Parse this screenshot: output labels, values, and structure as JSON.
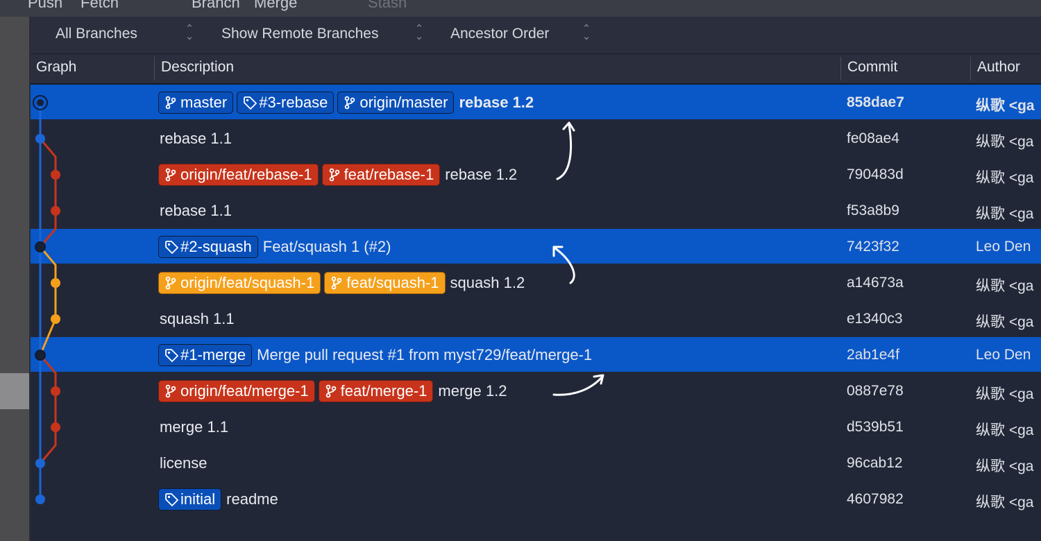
{
  "toolbar": {
    "push": "Push",
    "fetch": "Fetch",
    "branch": "Branch",
    "merge": "Merge",
    "stash": "Stash"
  },
  "filters": {
    "branches": "All Branches",
    "remote": "Show Remote Branches",
    "order": "Ancestor Order"
  },
  "columns": {
    "graph": "Graph",
    "description": "Description",
    "commit": "Commit",
    "author": "Author"
  },
  "colors": {
    "selection": "#0a57c8",
    "branch_blue": "#0a4fb8",
    "branch_red": "#c8341b",
    "branch_orange": "#f5a01b"
  },
  "icons": {
    "branch": "git-branch-icon",
    "tag": "tag-icon"
  },
  "commits": [
    {
      "labels": [
        {
          "type": "branch",
          "text": "master",
          "color": "blue"
        },
        {
          "type": "tag",
          "text": "#3-rebase",
          "color": "blue"
        },
        {
          "type": "branch",
          "text": "origin/master",
          "color": "blue"
        }
      ],
      "message": "rebase 1.2",
      "commit": "858dae7",
      "author": "纵歌 <ga",
      "selected": true,
      "bold": true
    },
    {
      "labels": [],
      "message": "rebase 1.1",
      "commit": "fe08ae4",
      "author": "纵歌 <ga",
      "selected": false,
      "bold": false
    },
    {
      "labels": [
        {
          "type": "branch",
          "text": "origin/feat/rebase-1",
          "color": "red"
        },
        {
          "type": "branch",
          "text": "feat/rebase-1",
          "color": "red"
        }
      ],
      "message": "rebase 1.2",
      "commit": "790483d",
      "author": "纵歌 <ga",
      "selected": false,
      "bold": false
    },
    {
      "labels": [],
      "message": "rebase 1.1",
      "commit": "f53a8b9",
      "author": "纵歌 <ga",
      "selected": false,
      "bold": false
    },
    {
      "labels": [
        {
          "type": "tag",
          "text": "#2-squash",
          "color": "blue"
        }
      ],
      "message": "Feat/squash 1 (#2)",
      "commit": "7423f32",
      "author": "Leo Den",
      "selected": true,
      "bold": false
    },
    {
      "labels": [
        {
          "type": "branch",
          "text": "origin/feat/squash-1",
          "color": "orange"
        },
        {
          "type": "branch",
          "text": "feat/squash-1",
          "color": "orange"
        }
      ],
      "message": "squash 1.2",
      "commit": "a14673a",
      "author": "纵歌 <ga",
      "selected": false,
      "bold": false
    },
    {
      "labels": [],
      "message": "squash 1.1",
      "commit": "e1340c3",
      "author": "纵歌 <ga",
      "selected": false,
      "bold": false
    },
    {
      "labels": [
        {
          "type": "tag",
          "text": "#1-merge",
          "color": "blue"
        }
      ],
      "message": "Merge pull request #1 from myst729/feat/merge-1",
      "commit": "2ab1e4f",
      "author": "Leo Den",
      "selected": true,
      "bold": false
    },
    {
      "labels": [
        {
          "type": "branch",
          "text": "origin/feat/merge-1",
          "color": "red"
        },
        {
          "type": "branch",
          "text": "feat/merge-1",
          "color": "red"
        }
      ],
      "message": "merge 1.2",
      "commit": "0887e78",
      "author": "纵歌 <ga",
      "selected": false,
      "bold": false
    },
    {
      "labels": [],
      "message": "merge 1.1",
      "commit": "d539b51",
      "author": "纵歌 <ga",
      "selected": false,
      "bold": false
    },
    {
      "labels": [],
      "message": "license",
      "commit": "96cab12",
      "author": "纵歌 <ga",
      "selected": false,
      "bold": false
    },
    {
      "labels": [
        {
          "type": "tag",
          "text": "initial",
          "color": "blue"
        }
      ],
      "message": "readme",
      "commit": "4607982",
      "author": "纵歌 <ga",
      "selected": false,
      "bold": false
    }
  ]
}
